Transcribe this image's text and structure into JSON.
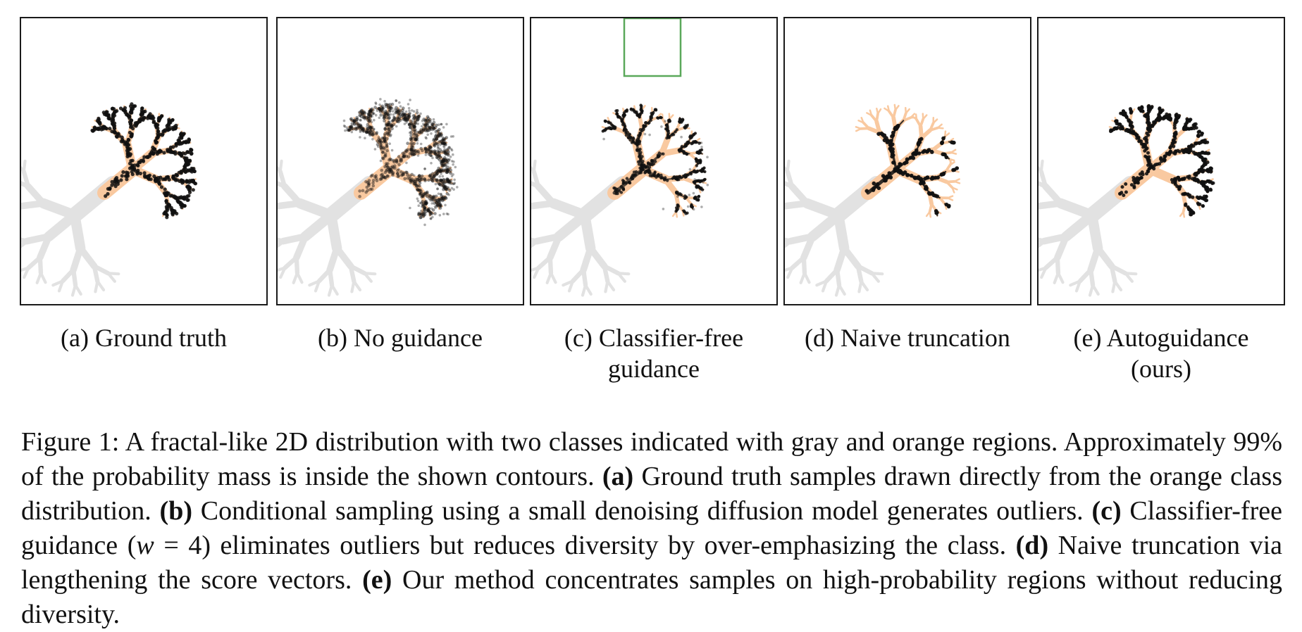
{
  "panels": [
    {
      "id": "a",
      "label": "(a) Ground truth",
      "label2": "",
      "mode": "gt"
    },
    {
      "id": "b",
      "label": "(b) No guidance",
      "label2": "",
      "mode": "noguide"
    },
    {
      "id": "c",
      "label": "(c) Classifier-free",
      "label2": "guidance",
      "mode": "cfg"
    },
    {
      "id": "d",
      "label": "(d) Naive truncation",
      "label2": "",
      "mode": "trunc"
    },
    {
      "id": "e",
      "label": "(e) Autoguidance",
      "label2": "(ours)",
      "mode": "auto"
    }
  ],
  "caption": {
    "lead": "Figure 1: A fractal-like 2D distribution with two classes indicated with gray and orange regions. Approximately 99% of the probability mass is inside the shown contours. ",
    "a_tag": "(a)",
    "a_text": " Ground truth samples drawn directly from the orange class distribution. ",
    "b_tag": "(b)",
    "b_text": " Conditional sampling using a small denoising diffusion model generates outliers. ",
    "c_tag": "(c)",
    "c_text1": " Classifier-free guidance (",
    "c_var": "w",
    "c_eq": " = 4",
    "c_text2": ") eliminates outliers but reduces diversity by over-emphasizing the class. ",
    "d_tag": "(d)",
    "d_text": " Naive truncation via lengthening the score vectors. ",
    "e_tag": "(e)",
    "e_text": " Our method concentrates samples on high-probability regions without reducing diversity."
  },
  "colors": {
    "orange_region": "#f9c9a0",
    "gray_region": "#e2e2e2",
    "samples": "#111111",
    "frame": "#1a1a1a",
    "zoom_box": "#5aa85a"
  }
}
